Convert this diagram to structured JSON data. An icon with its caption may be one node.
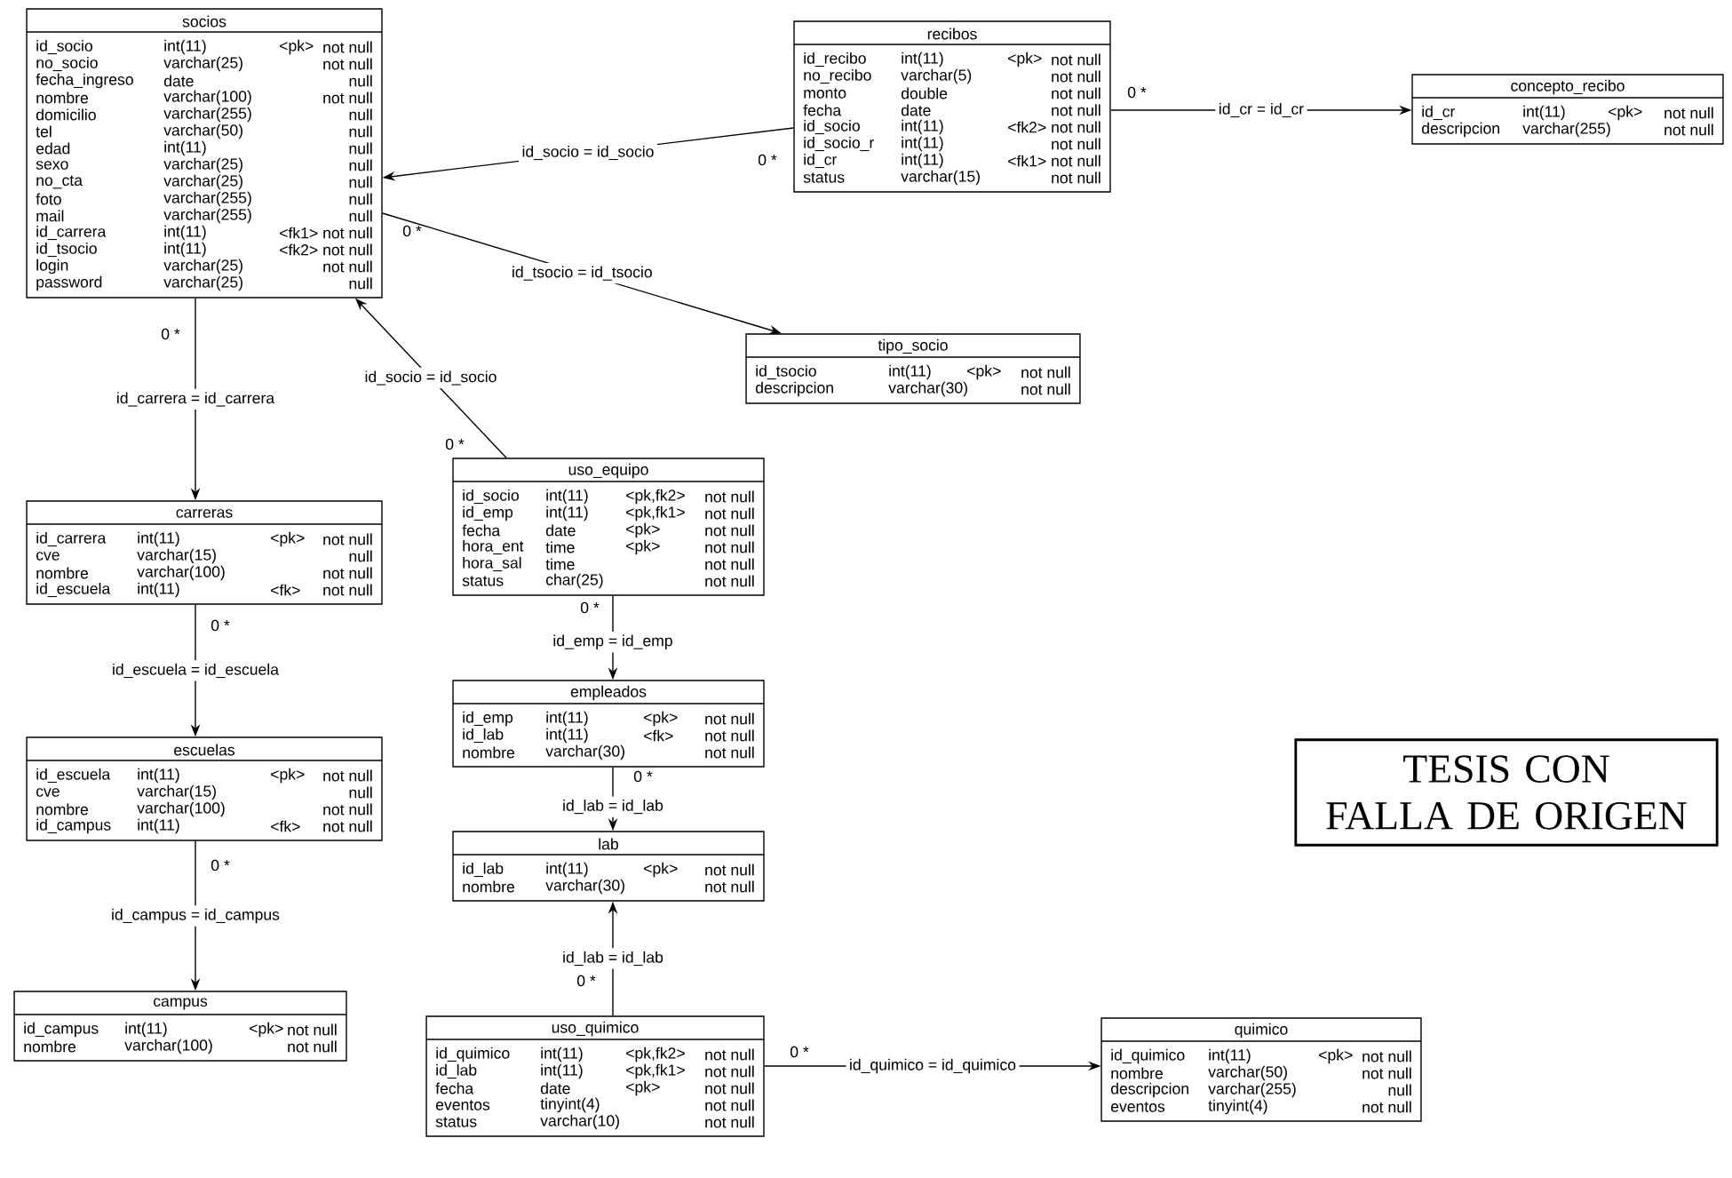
{
  "diagram": {
    "nodes": [
      {
        "text": [
          "socios",
          "id_socio",
          "int(11)",
          "<pk>",
          "not null",
          "no_socio",
          "varchar(25)",
          "not null",
          "fecha_ingreso",
          "date",
          "null",
          "nombre",
          "varchar(100)",
          "not null",
          "domicilio",
          "varchar(255)",
          "null",
          "tel",
          "varchar(50)",
          "null",
          "edad",
          "int(11)",
          "null",
          "sexo",
          "varchar(25)",
          "null",
          "no_cta",
          "varchar(25)",
          "null",
          "foto",
          "varchar(255)",
          "null",
          "mail",
          "varchar(255)",
          "null",
          "id_carrera",
          "int(11)",
          "<fk1>",
          "not null",
          "id_tsocio",
          "int(11)",
          "<fk2>",
          "not null",
          "login",
          "varchar(25)",
          "not null",
          "password",
          "varchar(25)",
          "null"
        ]
      },
      {
        "text": [
          "recibos",
          "id_recibo",
          "int(11)",
          "<pk>",
          "not null",
          "no_recibo",
          "varchar(5)",
          "not null",
          "monto",
          "double",
          "not null",
          "fecha",
          "date",
          "not null",
          "id_socio",
          "int(11)",
          "<fk2>",
          "not null",
          "id_socio_r",
          "int(11)",
          "not null",
          "id_cr",
          "int(11)",
          "<fk1>",
          "not null",
          "status",
          "varchar(15)",
          "not null"
        ]
      },
      {
        "text": [
          "concepto_recibo",
          "id_cr",
          "int(11)",
          "<pk>",
          "not null",
          "descripcion",
          "varchar(255)",
          "not null"
        ]
      },
      {
        "text": [
          "tipo_socio",
          "id_tsocio",
          "int(11)",
          "<pk>",
          "not null",
          "descripcion",
          "varchar(30)",
          "not null"
        ]
      },
      {
        "text": [
          "carreras",
          "id_carrera",
          "int(11)",
          "<pk>",
          "not null",
          "cve",
          "varchar(15)",
          "null",
          "nombre",
          "varchar(100)",
          "not null",
          "id_escuela",
          "int(11)",
          "<fk>",
          "not null"
        ]
      },
      {
        "text": [
          "uso_equipo",
          "id_socio",
          "int(11)",
          "<pk,fk2>",
          "not null",
          "id_emp",
          "int(11)",
          "<pk,fk1>",
          "not null",
          "fecha",
          "date",
          "<pk>",
          "not null",
          "hora_ent",
          "time",
          "<pk>",
          "not null",
          "hora_sal",
          "time",
          "not null",
          "status",
          "char(25)",
          "not null"
        ]
      },
      {
        "text": [
          "escuelas",
          "id_escuela",
          "int(11)",
          "<pk>",
          "not null",
          "cve",
          "varchar(15)",
          "null",
          "nombre",
          "varchar(100)",
          "not null",
          "id_campus",
          "int(11)",
          "<fk>",
          "not null"
        ]
      },
      {
        "text": [
          "empleados",
          "id_emp",
          "int(11)",
          "<pk>",
          "not null",
          "id_lab",
          "int(11)",
          "<fk>",
          "not null",
          "nombre",
          "varchar(30)",
          "not null"
        ]
      },
      {
        "text": [
          "lab",
          "id_lab",
          "int(11)",
          "<pk>",
          "not null",
          "nombre",
          "varchar(30)",
          "not null"
        ]
      },
      {
        "text": [
          "campus",
          "id_campus",
          "int(11)",
          "<pk>",
          "not null",
          "nombre",
          "varchar(100)",
          "not null"
        ]
      },
      {
        "text": [
          "uso_quimico",
          "id_quimico",
          "int(11)",
          "<pk,fk2>",
          "not null",
          "id_lab",
          "int(11)",
          "<pk,fk1>",
          "not null",
          "fecha",
          "date",
          "<pk>",
          "not null",
          "eventos",
          "tinyint(4)",
          "not null",
          "status",
          "varchar(10)",
          "not null"
        ]
      },
      {
        "text": [
          "quimico",
          "id_quimico",
          "int(11)",
          "<pk>",
          "not null",
          "nombre",
          "varchar(50)",
          "not null",
          "descripcion",
          "varchar(255)",
          "null",
          "eventos",
          "tinyint(4)",
          "not null"
        ]
      },
      {
        "text": [
          "TESIS CON FALLA DE ORIGEN"
        ]
      }
    ],
    "edges": [
      {
        "from": 1,
        "to": 0,
        "arrow": "to",
        "label": "id_socio = id_socio"
      },
      {
        "from": 1,
        "to": 2,
        "arrow": "to",
        "label": "id_cr = id_cr"
      },
      {
        "from": 0,
        "to": 3,
        "arrow": "to",
        "label": "id_tsocio = id_tsocio"
      },
      {
        "from": 0,
        "to": 4,
        "arrow": "to",
        "label": "id_carrera = id_carrera"
      },
      {
        "from": 5,
        "to": 0,
        "arrow": "to",
        "label": "id_socio = id_socio"
      },
      {
        "from": 4,
        "to": 6,
        "arrow": "to",
        "label": "id_escuela = id_escuela"
      },
      {
        "from": 6,
        "to": 9,
        "arrow": "to",
        "label": "id_campus = id_campus"
      },
      {
        "from": 5,
        "to": 7,
        "arrow": "to",
        "label": "id_emp = id_emp"
      },
      {
        "from": 7,
        "to": 8,
        "arrow": "to",
        "label": "id_lab = id_lab"
      },
      {
        "from": 10,
        "to": 8,
        "arrow": "to",
        "label": "id_lab = id_lab"
      },
      {
        "from": 10,
        "to": 11,
        "arrow": "to",
        "label": "id_quimico = id_quimico"
      }
    ],
    "labels": [
      "0 *",
      "0 *",
      "0 *",
      "0 *",
      "0 *",
      "0 *",
      "0 *",
      "0 *",
      "0 *",
      "0 *",
      "0 *"
    ]
  }
}
